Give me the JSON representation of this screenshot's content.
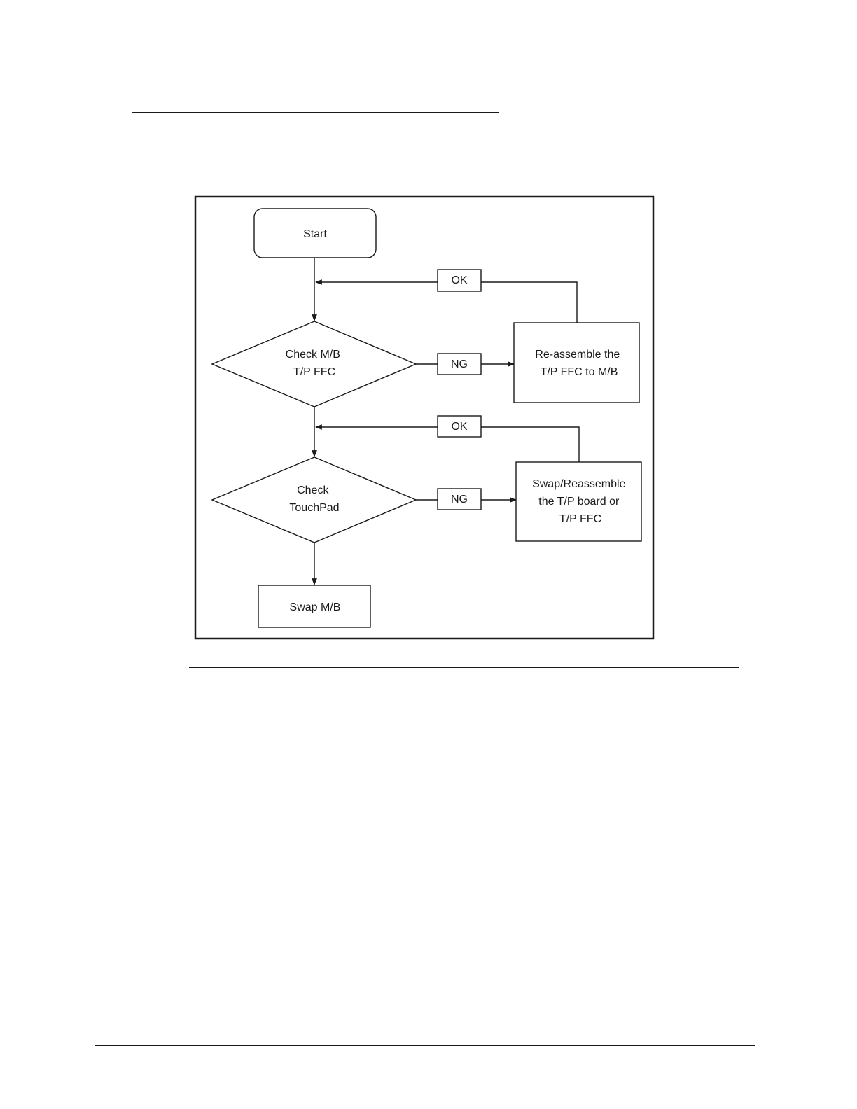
{
  "nodes": {
    "start": {
      "lines": [
        "Start"
      ]
    },
    "check_mb": {
      "lines": [
        "Check M/B",
        "T/P FFC"
      ]
    },
    "reassemble": {
      "lines": [
        "Re-assemble the",
        "T/P FFC to M/B"
      ]
    },
    "check_touchpad": {
      "lines": [
        "Check",
        "TouchPad"
      ]
    },
    "swap_reassemble": {
      "lines": [
        "Swap/Reassemble",
        "the T/P board or",
        "T/P FFC"
      ]
    },
    "swap_mb": {
      "lines": [
        "Swap M/B"
      ]
    }
  },
  "edge_labels": {
    "ok_1": "OK",
    "ng_1": "NG",
    "ok_2": "OK",
    "ng_2": "NG"
  },
  "colors": {
    "stroke": "#1a1a1a",
    "link_underline": "#3355cc"
  }
}
